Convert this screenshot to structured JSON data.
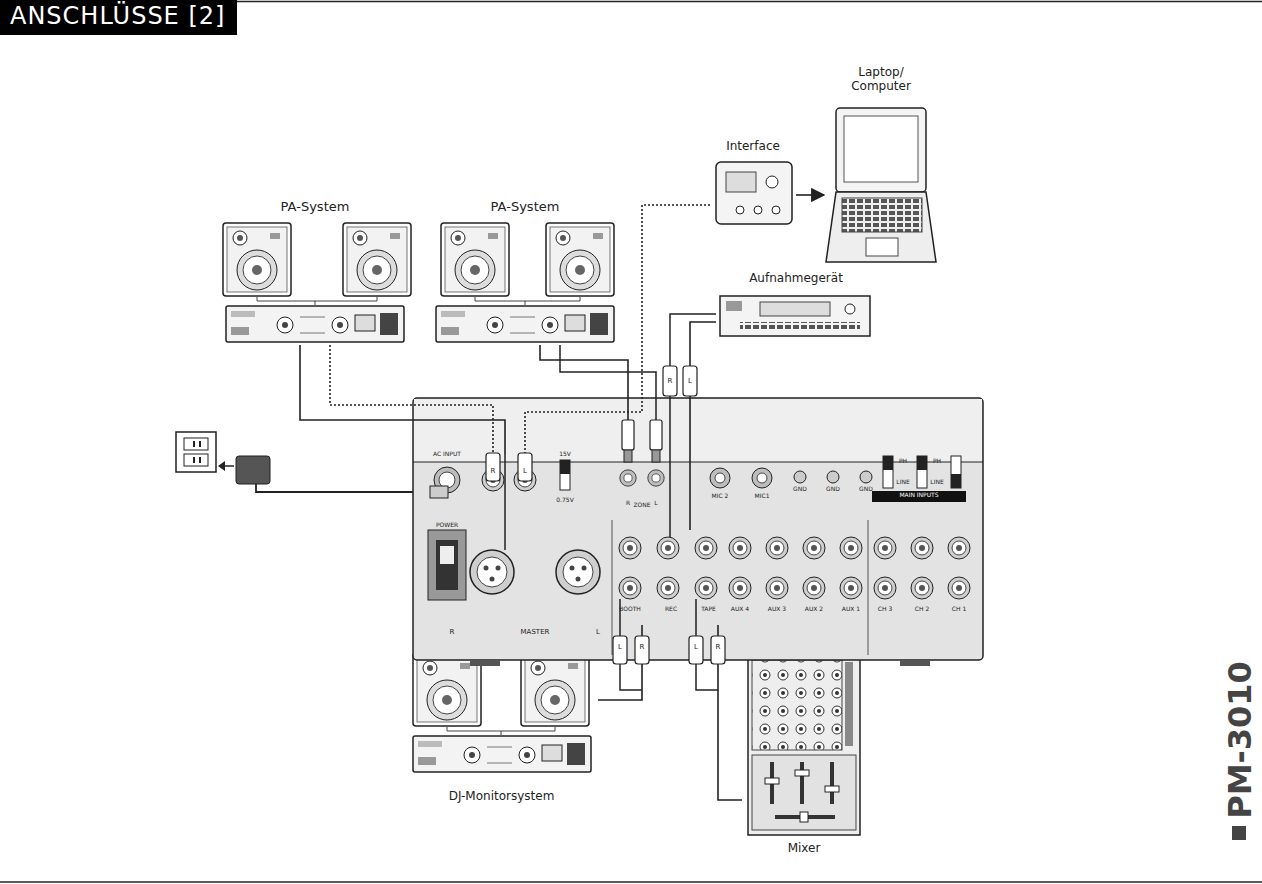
{
  "diagram": {
    "title": "ANSCHLÜSSE [2]",
    "nodes": [
      {
        "text": [
          "PA-System"
        ]
      },
      {
        "text": [
          "PA-System"
        ]
      },
      {
        "text": [
          "Interface"
        ]
      },
      {
        "text": [
          "Laptop/ Computer"
        ]
      },
      {
        "text": [
          "Aufnahmegerät"
        ]
      },
      {
        "text": [
          "DJ-Monitorsystem"
        ]
      },
      {
        "text": [
          "Mixer"
        ]
      },
      {
        "text": [
          "MASTER"
        ]
      },
      {
        "text": [
          "ZONE"
        ]
      },
      {
        "text": [
          "BOOTH"
        ]
      },
      {
        "text": [
          "REC"
        ]
      },
      {
        "text": [
          "TAPE"
        ]
      }
    ],
    "edges": [
      {
        "from": 0,
        "to": 7,
        "arrow": "none"
      },
      {
        "from": 0,
        "to": 7,
        "arrow": "none"
      },
      {
        "from": 1,
        "to": 8,
        "arrow": "none"
      },
      {
        "from": 2,
        "to": 3,
        "arrow": "to"
      },
      {
        "from": 2,
        "to": 7,
        "arrow": "none"
      },
      {
        "from": 4,
        "to": 10,
        "arrow": "none"
      },
      {
        "from": 9,
        "to": 5,
        "arrow": "none"
      },
      {
        "from": 11,
        "to": 6,
        "arrow": "none"
      }
    ],
    "labels": [
      "AC INPUT",
      "POWER",
      "R",
      "L",
      "R",
      "L",
      "15V",
      "0.75V",
      "R",
      "L",
      "MIC 2",
      "MIC1",
      "GND",
      "GND",
      "GND",
      "PH",
      "LINE",
      "PH",
      "LINE",
      "MAIN INPUTS",
      "R",
      "L",
      "AUX 4",
      "AUX 3",
      "AUX 2",
      "AUX 1",
      "CH 3",
      "CH 2",
      "CH 1",
      "L",
      "R",
      "L",
      "R",
      "PM-3010"
    ]
  }
}
